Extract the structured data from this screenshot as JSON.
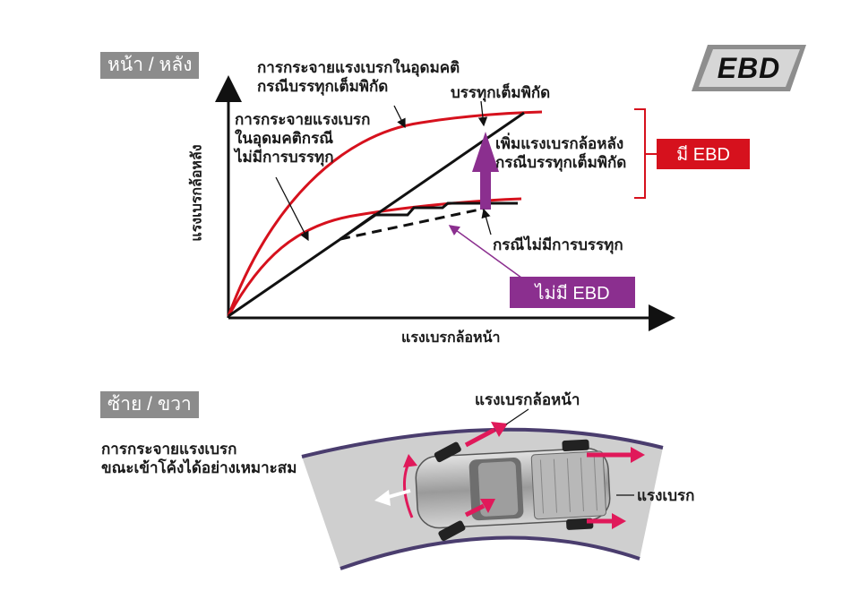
{
  "sections": {
    "front_rear": "หน้า / หลัง",
    "left_right": "ซ้าย / ขวา"
  },
  "logo": {
    "text": "EBD"
  },
  "graph": {
    "y_axis_label": "แรงเบรกล้อหลัง",
    "x_axis_label": "แรงเบรกล้อหน้า",
    "ideal_full_load": [
      "การกระจายแรงเบรกในอุดมคติ",
      "กรณีบรรทุกเต็มพิกัด"
    ],
    "ideal_no_load": [
      "การกระจายแรงเบรก",
      "ในอุดมคติกรณี",
      "ไม่มีการบรรทุก"
    ],
    "full_load": "บรรทุกเต็มพิกัด",
    "increase_rear": [
      "เพิ่มแรงเบรกล้อหลัง",
      "กรณีบรรทุกเต็มพิกัด"
    ],
    "no_load": "กรณีไม่มีการบรรทุก",
    "with_ebd": "มี EBD",
    "without_ebd": "ไม่มี EBD"
  },
  "cornering": {
    "description": [
      "การกระจายแรงเบรก",
      "ขณะเข้าโค้งได้อย่างเหมาะสม"
    ],
    "front_force_label": "แรงเบรกล้อหน้า",
    "brake_force_label": "แรงเบรก"
  },
  "colors": {
    "ebd_red": "#d6111d",
    "no_ebd_purple": "#8b2f8f",
    "tag_gray": "#8c8c8c",
    "road": "#cfcfcf",
    "road_edge": "#4a3d6e",
    "force_arrow": "#e0195a"
  }
}
